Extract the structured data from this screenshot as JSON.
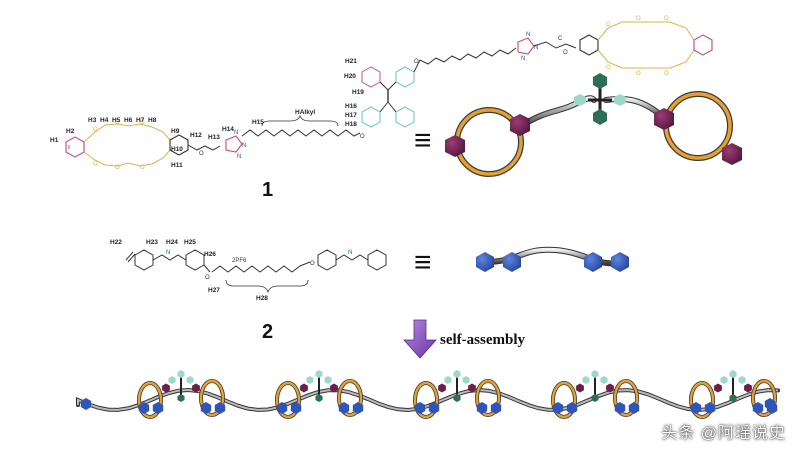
{
  "compound1": {
    "number": "1",
    "labels": [
      "H1",
      "H2",
      "H3",
      "H4",
      "H5",
      "H6",
      "H7",
      "H8",
      "H9",
      "H10",
      "H11",
      "H12",
      "H13",
      "H14",
      "H15",
      "H16",
      "H17",
      "H18",
      "H19",
      "H20",
      "H21",
      "HAlkyl"
    ]
  },
  "compound2": {
    "number": "2",
    "labels": [
      "H22",
      "H23",
      "H24",
      "H25",
      "H26",
      "H27",
      "H28"
    ],
    "counterion": "2PF6"
  },
  "equivalence_symbol": "≡",
  "process": {
    "label": "self-assembly"
  },
  "watermark": {
    "text": "头条 @阿瑶说史"
  },
  "colors": {
    "crown": "#e0b24a",
    "crown_ring": "#e0a030",
    "benzo": "#c2558a",
    "triazole": "#d84a6a",
    "tetraphenyl": "#5fc4c4",
    "wheel": "#e5a032",
    "stopper": "#6b1f4d",
    "hub": "#2e6e56",
    "hub_light": "#9fd8c8",
    "ammonium": "#2f55b8",
    "arrow": "#8a4fc0"
  }
}
